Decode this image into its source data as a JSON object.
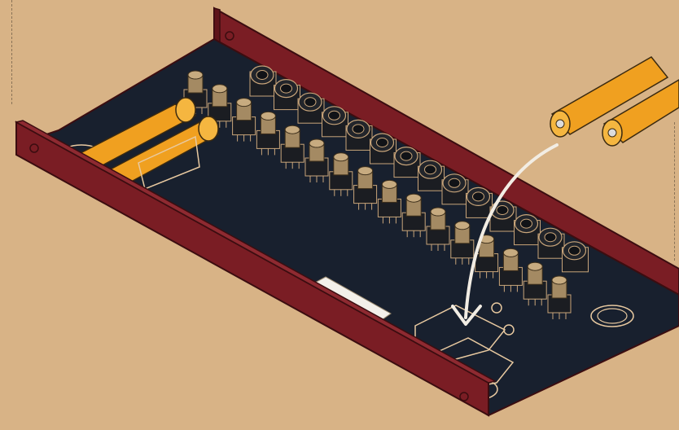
{
  "illustration": {
    "subject": "",
    "colors": {
      "background": "#d8b386",
      "enclosure": "#7a1d24",
      "enclosure_edge": "#3b0d10",
      "pcb": "#18202e",
      "outline": "#e8c9a0",
      "battery_body": "#f0a020",
      "battery_terminal": "#dcdcdc",
      "arrow": "#f2ede4",
      "part_outline": "#c9a57a"
    },
    "jack_count": 14,
    "pot_count": 16,
    "battery_count_installed": 2,
    "battery_count_loose": 2,
    "icons": [
      "battery-icon",
      "insert-arrow-icon",
      "jack-icon",
      "knob-icon"
    ]
  }
}
